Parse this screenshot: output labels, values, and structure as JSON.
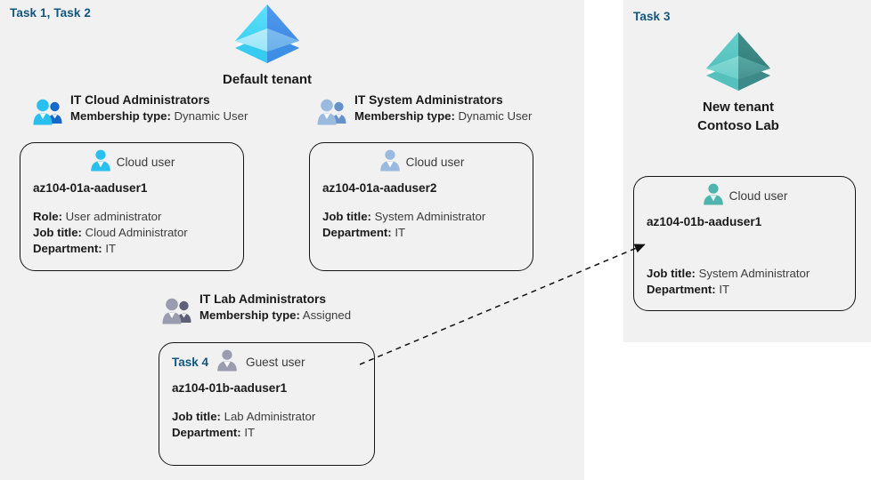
{
  "panels": {
    "left": {
      "task_label": "Task 1, Task 2"
    },
    "right": {
      "task_label": "Task 3"
    }
  },
  "tenants": {
    "default": {
      "icon": "azure-ad-tenant-icon",
      "name": "Default tenant"
    },
    "new": {
      "icon": "azure-ad-tenant-icon",
      "name_line1": "New  tenant",
      "name_line2": "Contoso Lab"
    }
  },
  "groups": [
    {
      "id": "it-cloud-administrators",
      "icon": "group-users-icon",
      "title": "IT Cloud Administrators",
      "meta_label": "Membership type:",
      "meta_value": "Dynamic User"
    },
    {
      "id": "it-system-administrators",
      "icon": "group-users-icon",
      "title": "IT System Administrators",
      "meta_label": "Membership type:",
      "meta_value": "Dynamic User"
    },
    {
      "id": "it-lab-administrators",
      "icon": "group-users-icon",
      "title": "IT Lab Administrators",
      "meta_label": "Membership type:",
      "meta_value": "Assigned"
    }
  ],
  "cards": {
    "aaduser1": {
      "icon": "cloud-user-icon",
      "user_type": "Cloud user",
      "name": "az104-01a-aaduser1",
      "props": [
        {
          "label": "Role:",
          "value": "User administrator"
        },
        {
          "label": "Job title:",
          "value": "Cloud Administrator"
        },
        {
          "label": "Department:",
          "value": "IT"
        }
      ]
    },
    "aaduser2": {
      "icon": "cloud-user-icon",
      "user_type": "Cloud user",
      "name": "az104-01a-aaduser2",
      "props": [
        {
          "label": "Job title:",
          "value": "System Administrator"
        },
        {
          "label": "Department:",
          "value": "IT"
        }
      ]
    },
    "guest": {
      "task_label": "Task 4",
      "icon": "guest-user-icon",
      "user_type": "Guest user",
      "name": "az104-01b-aaduser1",
      "props": [
        {
          "label": "Job title:",
          "value": "Lab Administrator"
        },
        {
          "label": "Department:",
          "value": "IT"
        }
      ]
    },
    "newtenant_user": {
      "icon": "cloud-user-icon",
      "user_type": "Cloud user",
      "name": "az104-01b-aaduser1",
      "props": [
        {
          "label": "Job title:",
          "value": "System Administrator"
        },
        {
          "label": "Department:",
          "value": "IT"
        }
      ]
    }
  },
  "connector": {
    "name": "guest-invite-arrow",
    "style": "dashed",
    "from": "it-lab-administrators-guest-card",
    "to": "new-tenant-cloud-user-card"
  },
  "colors": {
    "panel_background": "#f1f1f1",
    "page_background": "#ffffff",
    "task_label": "#11567f",
    "text_primary": "#1a1a1a",
    "text_secondary": "#3c3c3c",
    "card_border": "#141414",
    "tenant_default_accent": "#3fc7f4",
    "tenant_default_accent_dark": "#3d8ce8",
    "tenant_new_accent": "#56c4c0",
    "tenant_new_accent_dark": "#3f8f8c",
    "group_icon_cyan": "#1fbbe8",
    "group_icon_blue": "#8fb3dd",
    "group_icon_gray": "#8a8fa6"
  }
}
